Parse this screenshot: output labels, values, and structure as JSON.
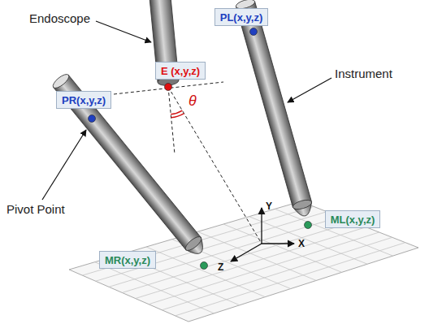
{
  "diagram": {
    "nodes": [
      {
        "text": [
          "PL(x,y,z)"
        ]
      },
      {
        "text": [
          "E (x,y,z)"
        ]
      },
      {
        "text": [
          "PR(x,y,z)"
        ]
      },
      {
        "text": [
          "ML(x,y,z)"
        ]
      },
      {
        "text": [
          "MR(x,y,z)"
        ]
      }
    ],
    "labels": [
      "Endoscope",
      "Instrument",
      "Pivot Point",
      "θ",
      "Y",
      "X",
      "Z"
    ]
  }
}
